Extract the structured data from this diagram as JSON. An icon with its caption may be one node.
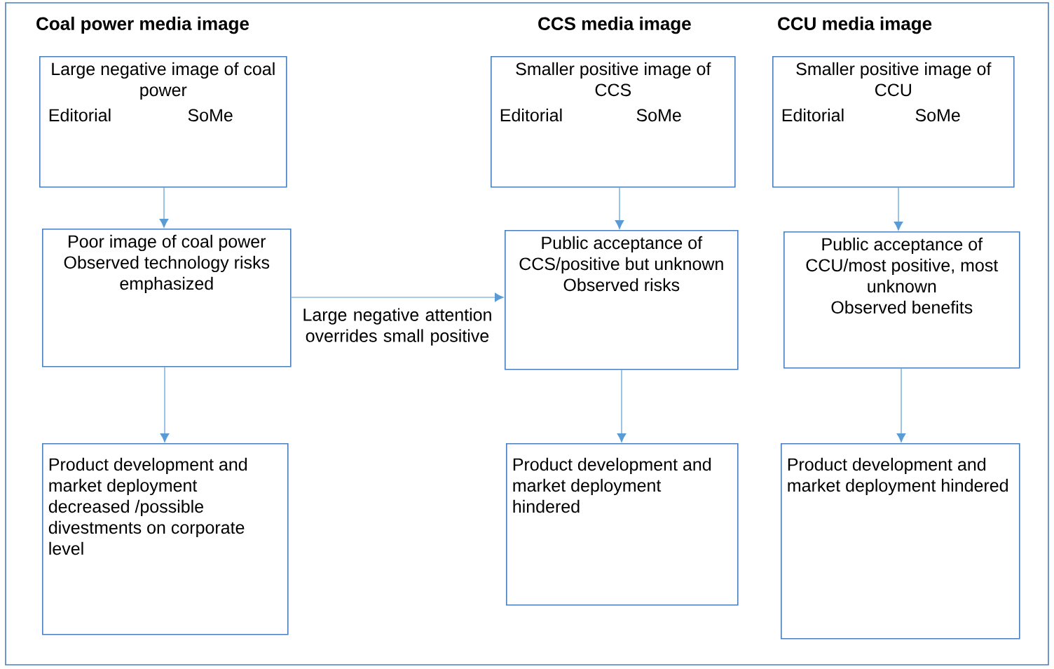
{
  "diagram": {
    "nodes": [
      {
        "text": [
          "Large negative image of coal power",
          "Editorial",
          "SoMe"
        ]
      },
      {
        "text": [
          "Poor image of coal power",
          "Observed technology risks emphasized"
        ]
      },
      {
        "text": [
          "Product development and market deployment decreased /possible divestments on corporate level"
        ]
      },
      {
        "text": [
          "Smaller positive image of CCS",
          "Editorial",
          "SoMe"
        ]
      },
      {
        "text": [
          "Public acceptance of CCS/positive but unknown",
          "Observed risks"
        ]
      },
      {
        "text": [
          "Product development and market deployment hindered"
        ]
      },
      {
        "text": [
          "Smaller positive image of CCU",
          "Editorial",
          "SoMe"
        ]
      },
      {
        "text": [
          "Public acceptance of CCU/most positive, most unknown",
          "Observed benefits"
        ]
      },
      {
        "text": [
          "Product development and market deployment hindered"
        ]
      }
    ],
    "edges": [
      {
        "from": 0,
        "to": 1,
        "arrow": "to"
      },
      {
        "from": 1,
        "to": 2,
        "arrow": "to"
      },
      {
        "from": 3,
        "to": 4,
        "arrow": "to"
      },
      {
        "from": 4,
        "to": 5,
        "arrow": "to"
      },
      {
        "from": 6,
        "to": 7,
        "arrow": "to"
      },
      {
        "from": 7,
        "to": 8,
        "arrow": "to"
      },
      {
        "from": 1,
        "to": 4,
        "arrow": "to",
        "label": "Large negative attention overrides small positive"
      }
    ],
    "labels": [
      "Coal power media image",
      "CCS media image",
      "CCU media image"
    ]
  }
}
